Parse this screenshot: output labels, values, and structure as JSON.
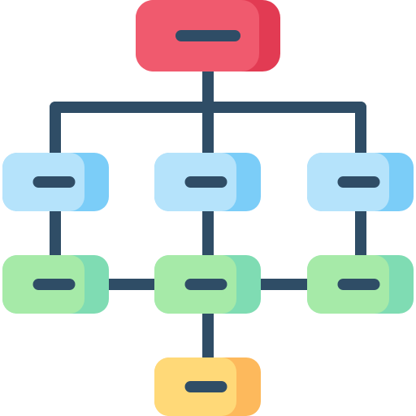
{
  "diagram": {
    "icon_name": "hierarchy-structure-icon",
    "colors": {
      "line": "#2f4d66",
      "red_main": "#f05a6e",
      "red_shade": "#e23b53",
      "blue_main": "#b5e3fb",
      "blue_shade": "#7bcdf8",
      "green_main": "#a6eaa8",
      "green_shade": "#7fdcb3",
      "yellow_main": "#ffd978",
      "yellow_shade": "#fdb95c"
    },
    "nodes": [
      {
        "id": "top",
        "color": "red"
      },
      {
        "id": "mid-left",
        "color": "blue"
      },
      {
        "id": "mid-center",
        "color": "blue"
      },
      {
        "id": "mid-right",
        "color": "blue"
      },
      {
        "id": "low-left",
        "color": "green"
      },
      {
        "id": "low-center",
        "color": "green"
      },
      {
        "id": "low-right",
        "color": "green"
      },
      {
        "id": "bottom",
        "color": "yellow"
      }
    ]
  }
}
